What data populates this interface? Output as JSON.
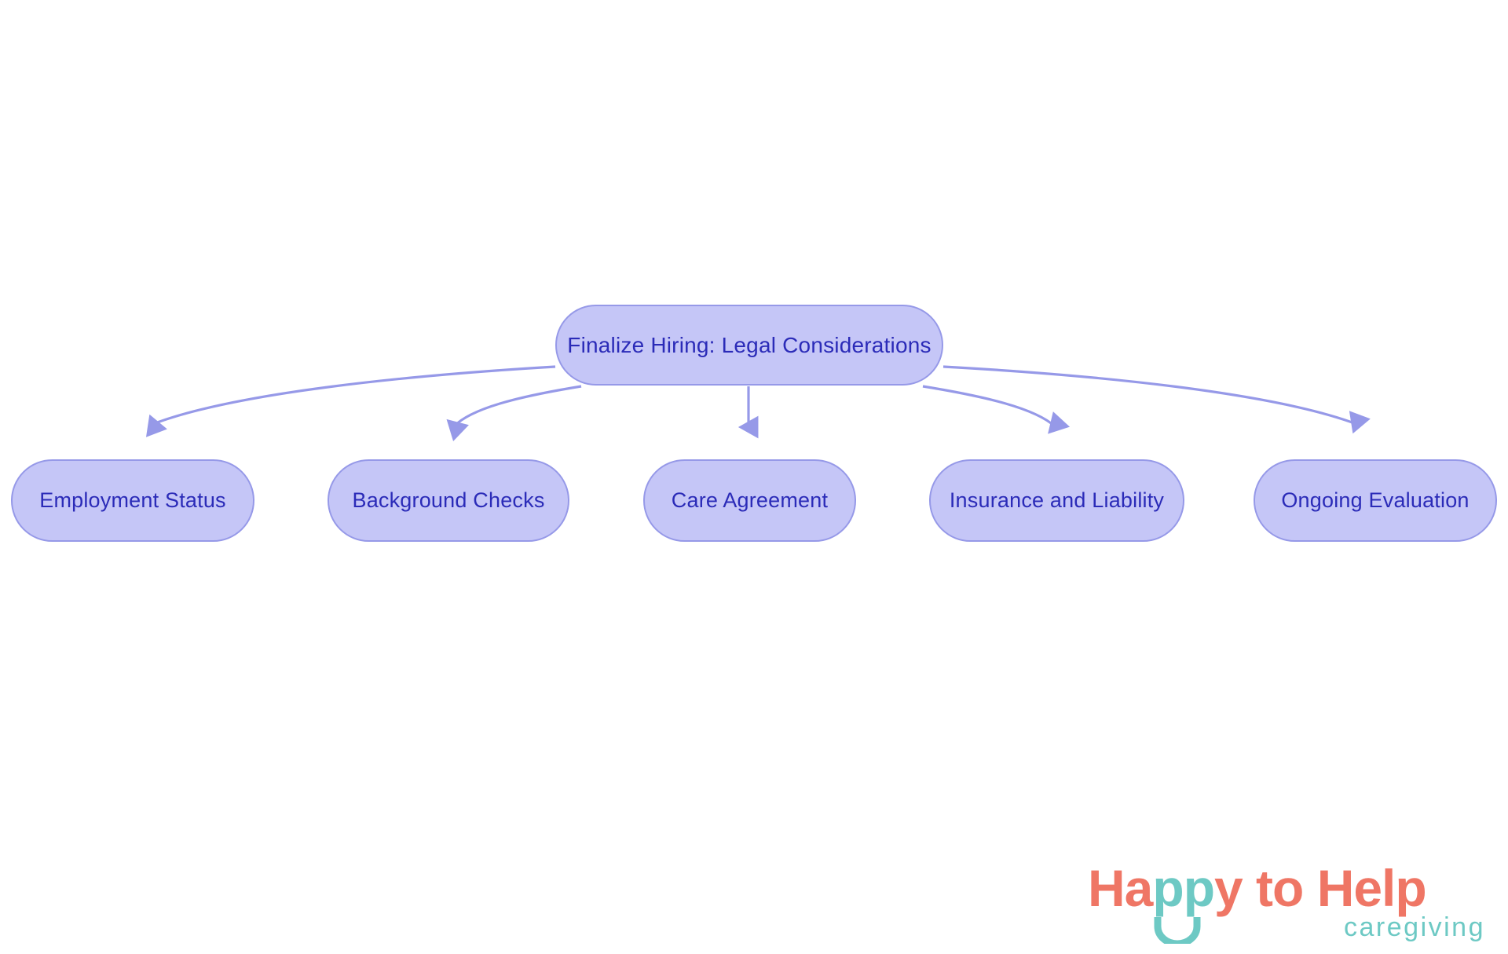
{
  "diagram": {
    "type": "flowchart",
    "direction": "top-down",
    "title": "Finalize Hiring: Legal Considerations",
    "root": {
      "id": "root",
      "label": "Finalize Hiring: Legal Considerations"
    },
    "children": [
      {
        "id": "n0",
        "label": "Employment Status"
      },
      {
        "id": "n1",
        "label": "Background Checks"
      },
      {
        "id": "n2",
        "label": "Care Agreement"
      },
      {
        "id": "n3",
        "label": "Insurance and Liability"
      },
      {
        "id": "n4",
        "label": "Ongoing Evaluation"
      }
    ],
    "edges": [
      {
        "from": "root",
        "to": "n0",
        "style": "curved-arrow"
      },
      {
        "from": "root",
        "to": "n1",
        "style": "curved-arrow"
      },
      {
        "from": "root",
        "to": "n2",
        "style": "straight-arrow"
      },
      {
        "from": "root",
        "to": "n3",
        "style": "curved-arrow"
      },
      {
        "from": "root",
        "to": "n4",
        "style": "curved-arrow"
      }
    ],
    "colors": {
      "node_fill": "#C5C6F7",
      "node_border": "#9699E8",
      "node_text": "#2B2BB8",
      "edge": "#9699E8",
      "background": "#FFFFFF"
    }
  },
  "logo": {
    "word_1": "Ha",
    "word_2": "pp",
    "word_3": "y to Help",
    "tagline": "caregiving",
    "colors": {
      "coral": "#EF7665",
      "teal": "#6DC9C4"
    }
  }
}
